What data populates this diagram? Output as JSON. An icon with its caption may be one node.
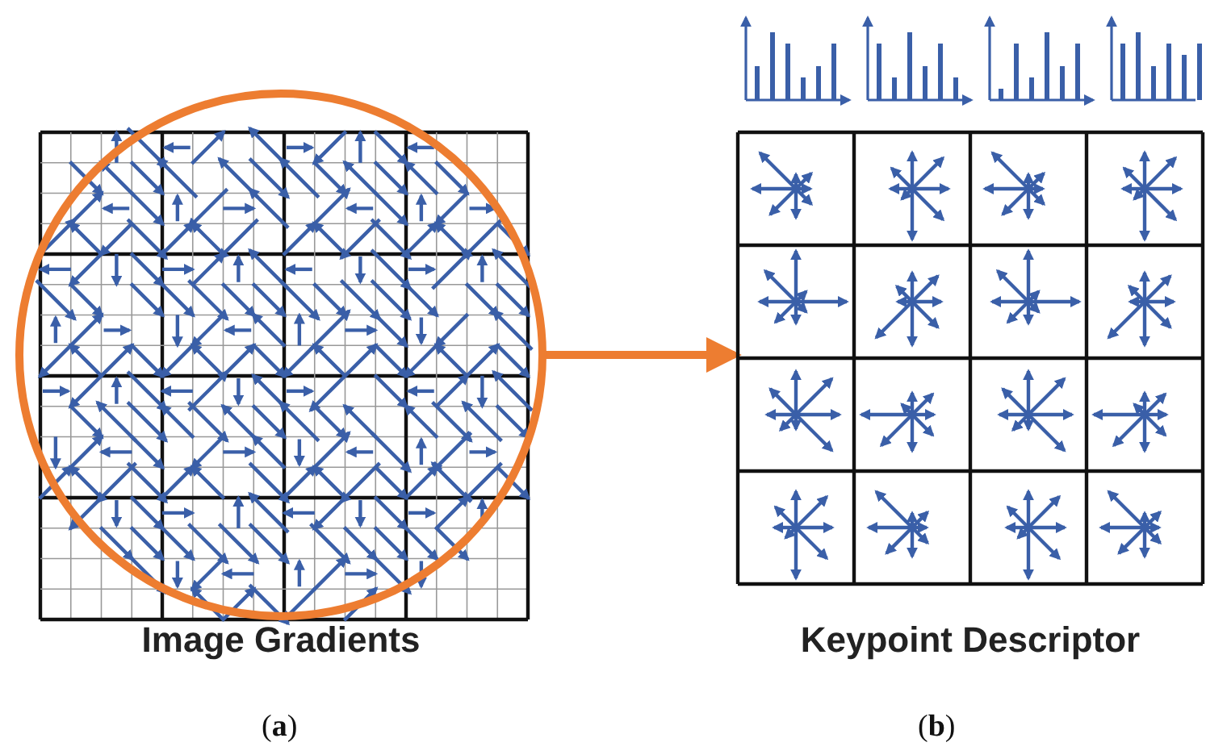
{
  "diagram": {
    "nodes": [
      {
        "text": [
          "Image Gradients"
        ]
      },
      {
        "text": [
          "Keypoint Descriptor"
        ]
      }
    ],
    "edges": [
      {
        "from": 0,
        "to": 1,
        "arrow": "to"
      }
    ],
    "labels": [
      "(**a**)",
      "(**b**)"
    ]
  }
}
